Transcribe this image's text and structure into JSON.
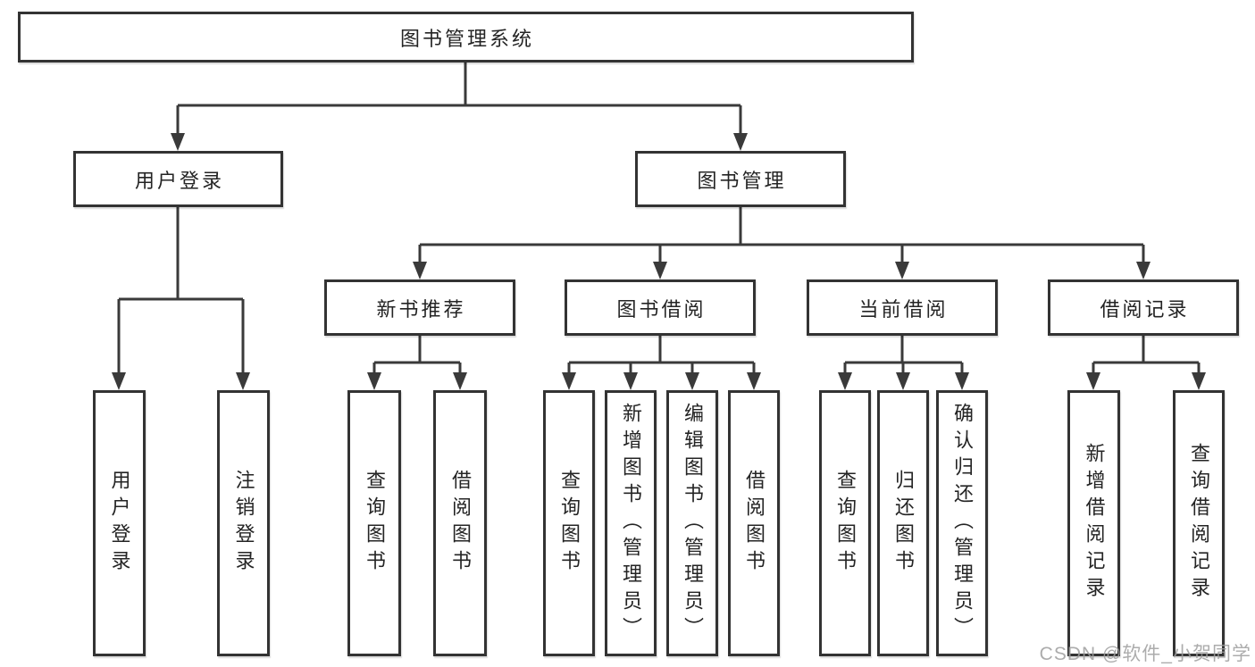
{
  "tree": {
    "root": {
      "label": "图书管理系统",
      "children": [
        {
          "label": "用户登录",
          "children": [
            {
              "label": "用户登录"
            },
            {
              "label": "注销登录"
            }
          ]
        },
        {
          "label": "图书管理",
          "children": [
            {
              "label": "新书推荐",
              "children": [
                {
                  "label": "查询图书"
                },
                {
                  "label": "借阅图书"
                }
              ]
            },
            {
              "label": "图书借阅",
              "children": [
                {
                  "label": "查询图书"
                },
                {
                  "label": "新增图书（管理员）"
                },
                {
                  "label": "编辑图书（管理员）"
                },
                {
                  "label": "借阅图书"
                }
              ]
            },
            {
              "label": "当前借阅",
              "children": [
                {
                  "label": "查询图书"
                },
                {
                  "label": "归还图书"
                },
                {
                  "label": "确认归还（管理员）"
                }
              ]
            },
            {
              "label": "借阅记录",
              "children": [
                {
                  "label": "新增借阅记录"
                },
                {
                  "label": "查询借阅记录"
                }
              ]
            }
          ]
        }
      ]
    }
  },
  "watermark": {
    "text": "CSDN @软件_小贺同学"
  },
  "colors": {
    "line": "#3a3a3a",
    "box_border": "#333333",
    "text": "#242424",
    "background": "#ffffff",
    "watermark": "#9e9e9e"
  }
}
